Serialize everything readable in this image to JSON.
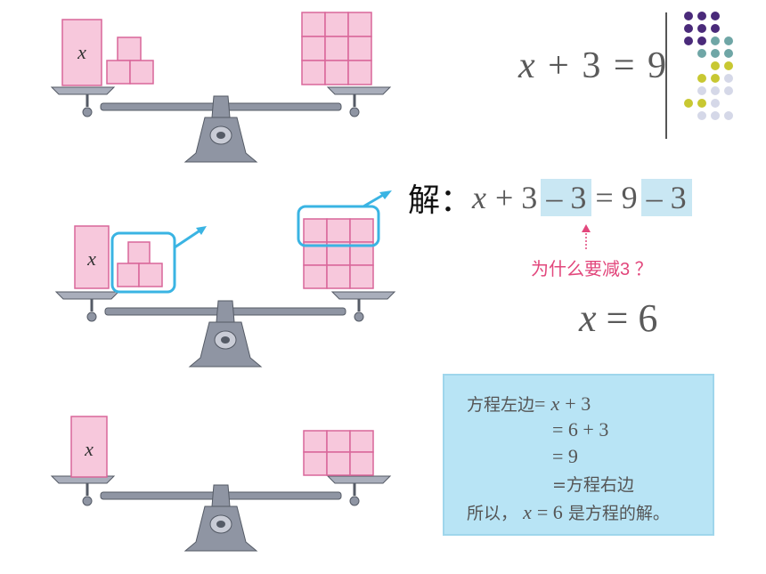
{
  "equation": {
    "var": "x",
    "rest": "+ 3 = 9"
  },
  "solution": {
    "label": "解：",
    "var": "x",
    "part1": "+ 3",
    "minus1": "– 3",
    "part2": "= 9",
    "minus2": "– 3"
  },
  "question": "为什么要减3 ？",
  "answer": {
    "var": "x",
    "rest": "= 6"
  },
  "check": {
    "line1_label": "方程左边",
    "line1_eq": "=",
    "line1_var": "x",
    "line1_rest": "+ 3",
    "line2": "= 6 + 3",
    "line3": "= 9",
    "line4": "=方程右边",
    "line5_a": "所以，",
    "line5_var": "x",
    "line5_b": "= 6",
    "line5_c": "是方程的解。"
  },
  "scale_var": "x",
  "colors": {
    "pink": "#f7c8dc",
    "pink_border": "#d9679a",
    "blue_outline": "#3ab4e3",
    "scale_gray": "#8f95a3",
    "purple_dot": "#4a2a7a",
    "teal_dot": "#6fa6a6",
    "yellow_dot": "#c8c832",
    "lavender_dot": "#d5d8e8"
  }
}
